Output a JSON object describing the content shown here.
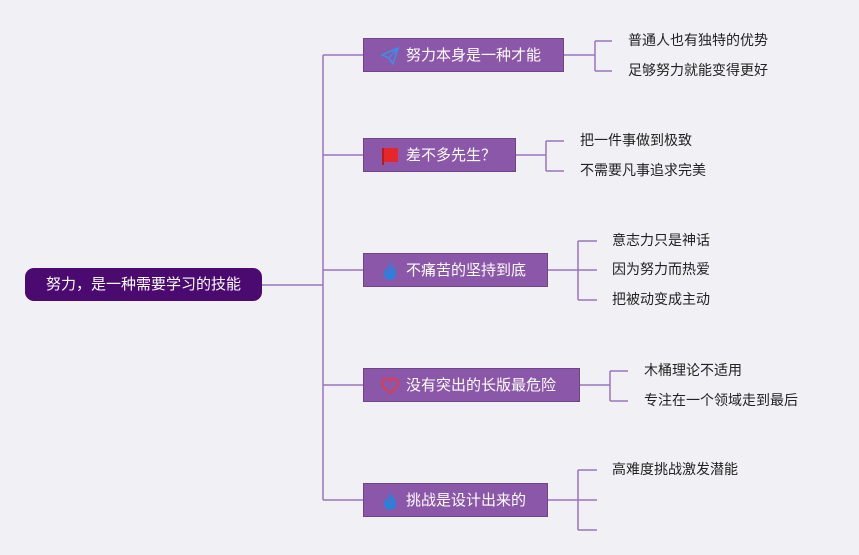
{
  "root": {
    "label": "努力，是一种需要学习的技能"
  },
  "branches": [
    {
      "label": "努力本身是一种才能",
      "icon": "paper-plane-icon",
      "children": [
        "普通人也有独特的优势",
        "足够努力就能变得更好"
      ]
    },
    {
      "label": "差不多先生？",
      "icon": "red-flag-icon",
      "children": [
        "把一件事做到极致",
        "不需要凡事追求完美"
      ]
    },
    {
      "label": "不痛苦的坚持到底",
      "icon": "flame-icon",
      "children": [
        "意志力只是神话",
        "因为努力而热爱",
        "把被动变成主动"
      ]
    },
    {
      "label": "没有突出的长版最危险",
      "icon": "heart-icon",
      "children": [
        "木桶理论不适用",
        "专注在一个领域走到最后"
      ]
    },
    {
      "label": "挑战是设计出来的",
      "icon": "flame-icon",
      "children": [
        "高难度挑战激发潜能",
        "",
        ""
      ]
    }
  ],
  "colors": {
    "root_bg": "#4a0a70",
    "branch_bg": "#8b57a8",
    "line": "#9b72c0"
  }
}
